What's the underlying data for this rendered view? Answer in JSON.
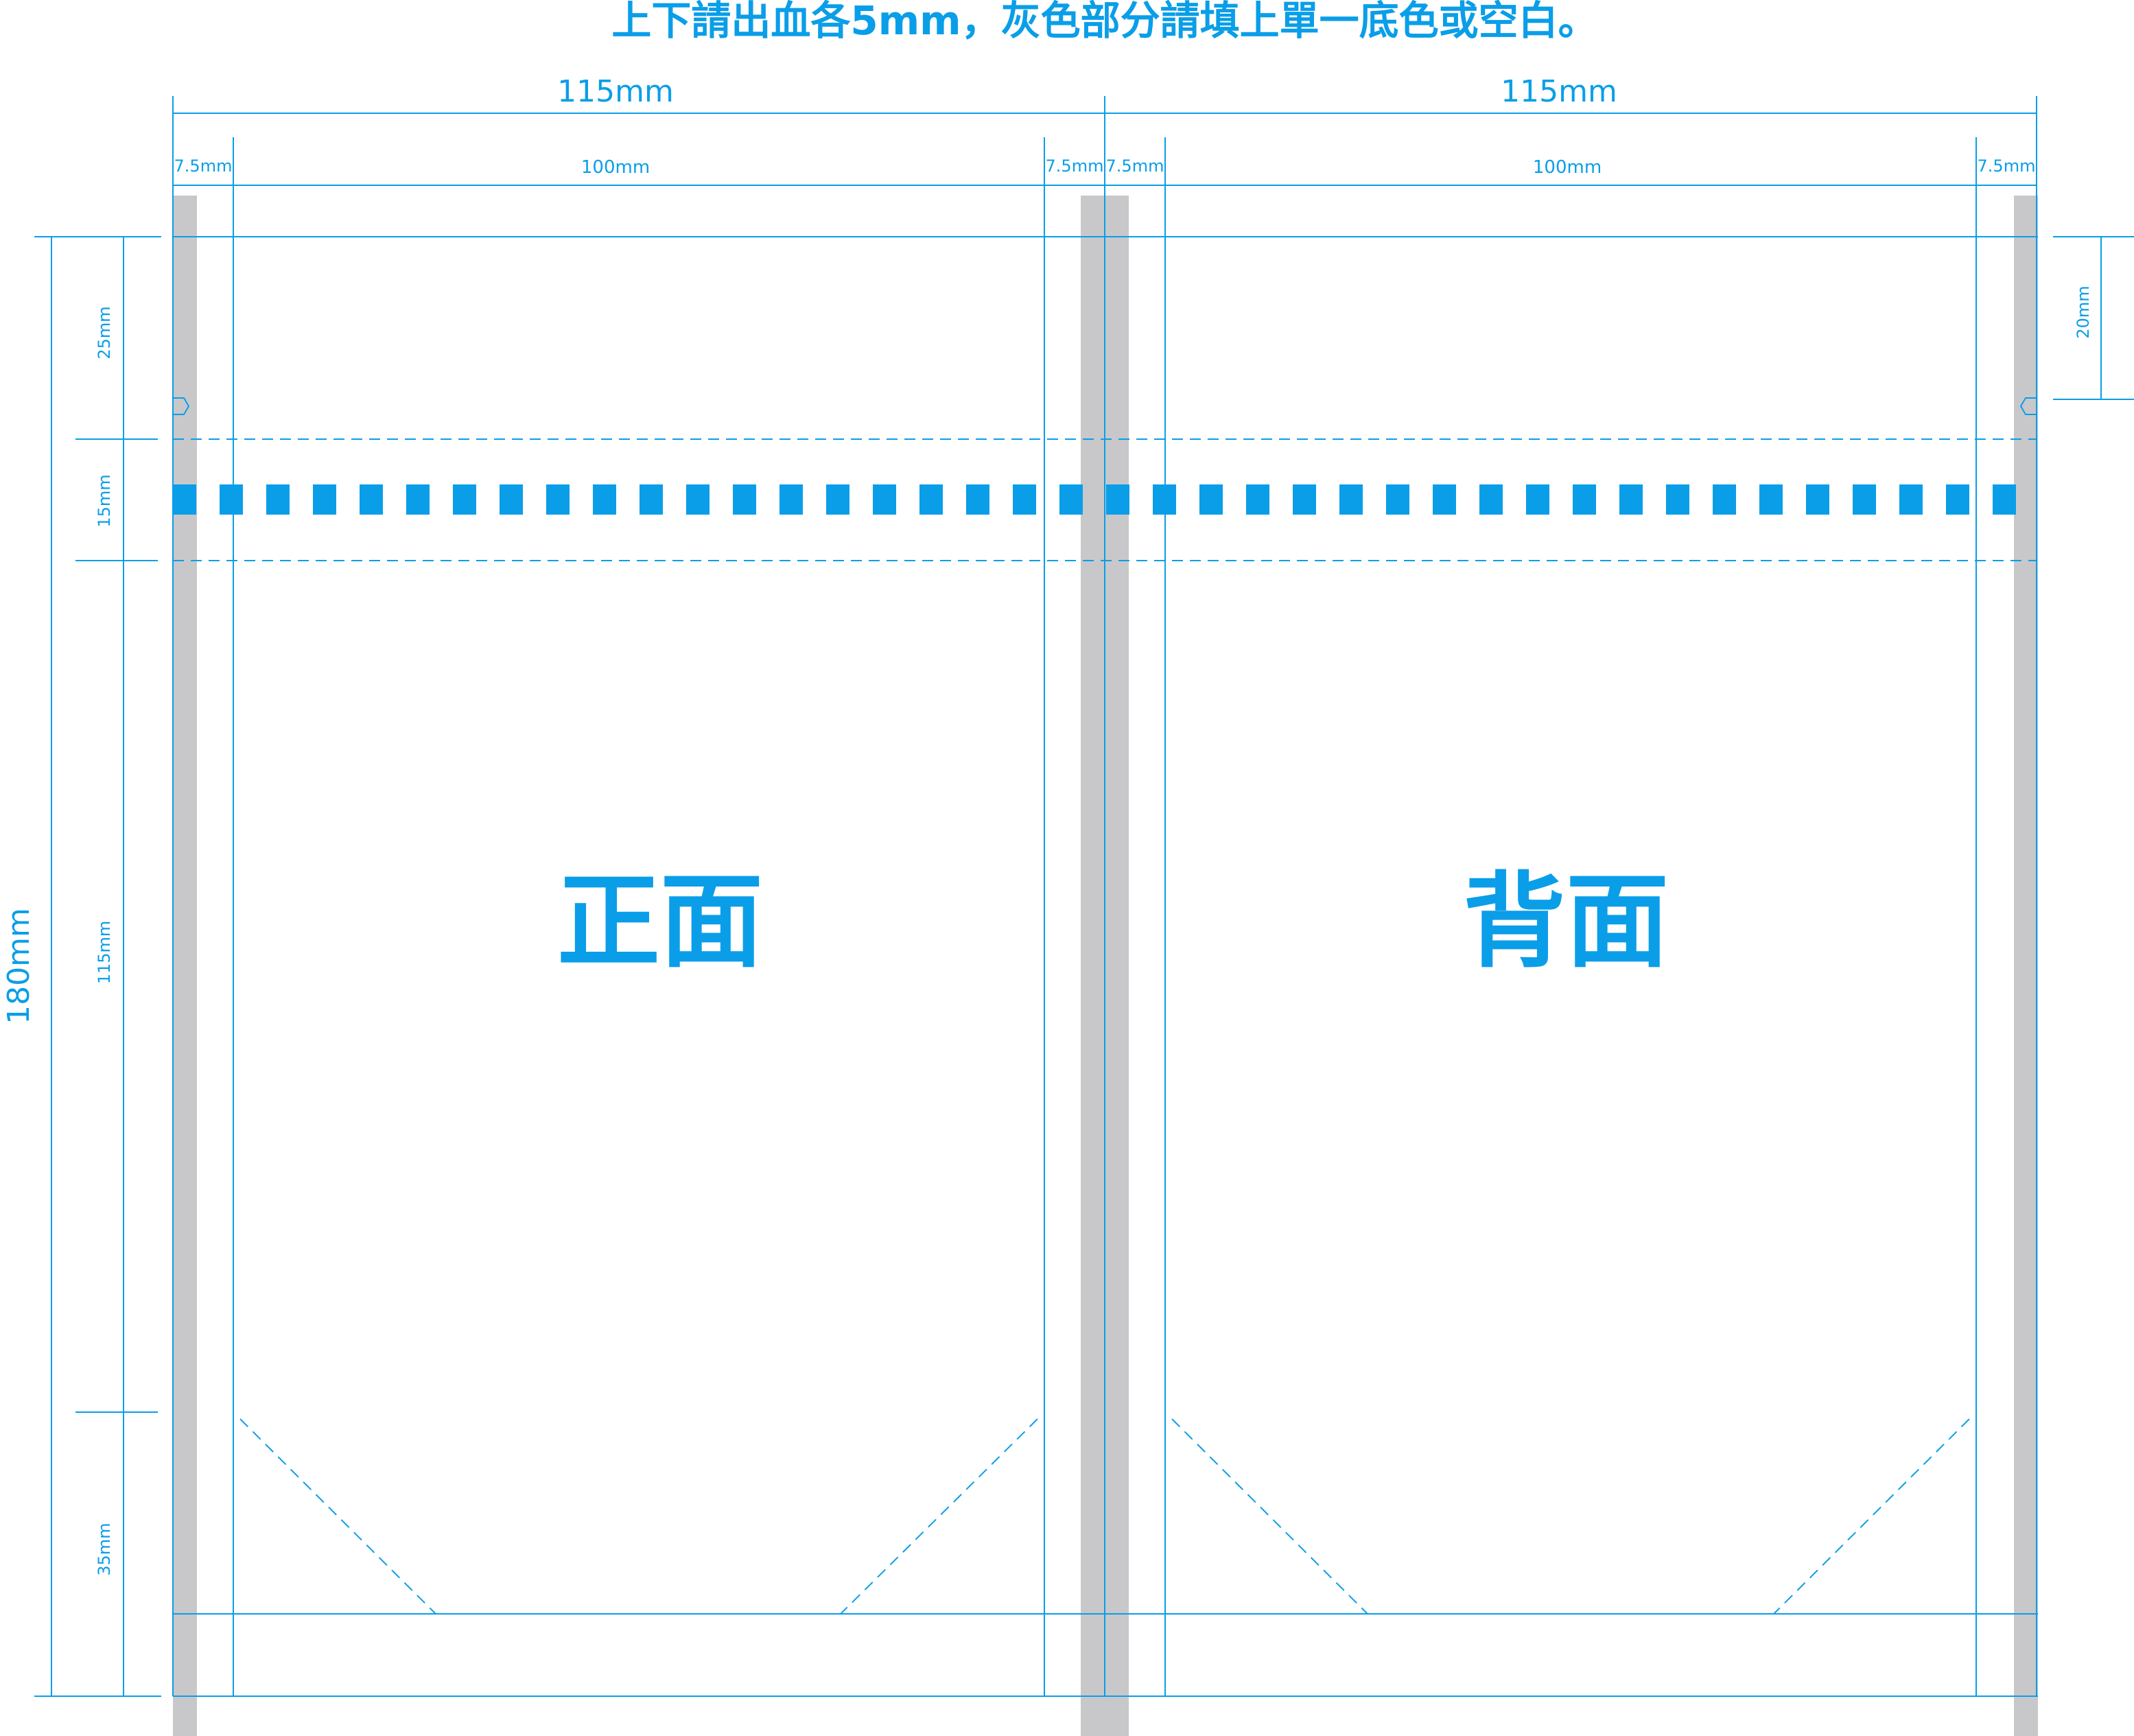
{
  "instruction": "上下請出血各5mm，灰色部分請填上單一底色或空白。",
  "colors": {
    "accent": "#0a9ee8",
    "zipper": "#0a9ee8",
    "gray_fill": "#c8c8ca",
    "background": "#ffffff"
  },
  "dimensions": {
    "panel_width": "115mm",
    "side_margin": "7.5mm",
    "inner_width": "100mm",
    "total_height": "180mm",
    "top_section": "25mm",
    "zipper_band": "15mm",
    "body_section": "115mm",
    "bottom_gusset": "35mm",
    "hang_hole_offset": "20mm"
  },
  "panels": {
    "front_label": "正面",
    "back_label": "背面"
  }
}
